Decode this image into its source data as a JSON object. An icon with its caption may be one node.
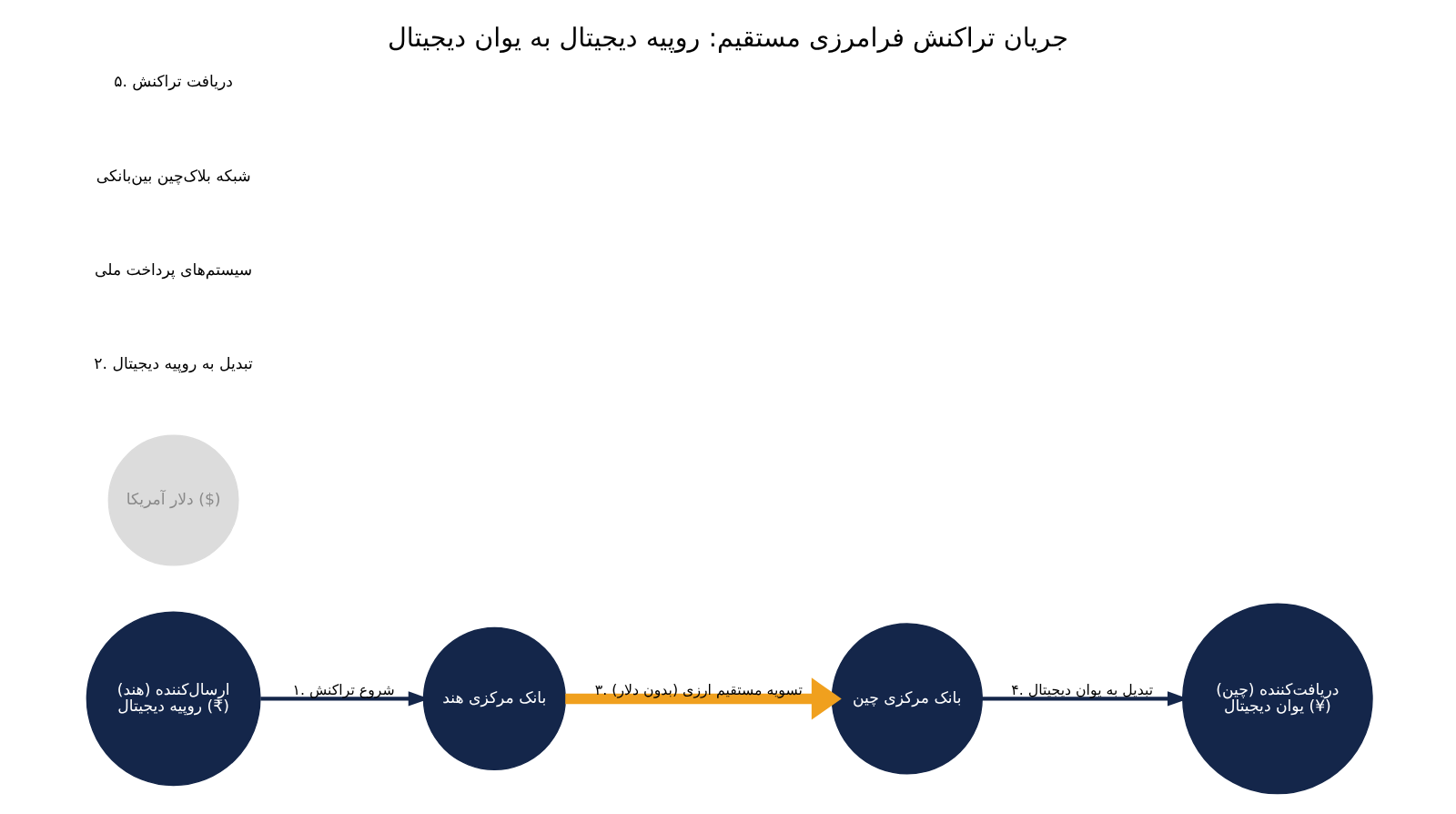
{
  "diagram": {
    "title": "جریان تراکنش فرامرزی مستقیم: روپیه دیجیتال به یوان دیجیتال",
    "nodes": [
      {
        "text": [
          "ارسال‌کننده (هند)",
          "روپیه دیجیتال (₹)"
        ]
      },
      {
        "text": [
          "بانک مرکزی هند"
        ]
      },
      {
        "text": [
          "دلار آمریکا ($)"
        ]
      },
      {
        "text": [
          "بانک مرکزی چین"
        ]
      },
      {
        "text": [
          "دریافت‌کننده (چین)",
          "یوان دیجیتال (¥)"
        ]
      }
    ],
    "edges": [
      {
        "from": 0,
        "to": 1,
        "arrow": "to",
        "label": "۱. شروع تراکنش"
      },
      {
        "from": 1,
        "to": 3,
        "arrow": "to",
        "label": "۳. تسویه مستقیم ارزی (بدون دلار)",
        "style": "thick",
        "color": "#f0a01e"
      },
      {
        "from": 3,
        "to": 4,
        "arrow": "to",
        "label": "۴. تبدیل به یوان دیجیتال"
      }
    ],
    "labels": [
      "۲. تبدیل به روپیه دیجیتال",
      "سیستم‌های پرداخت ملی",
      "شبکه بلاک‌چین بین‌بانکی",
      "۵. دریافت تراکنش"
    ]
  }
}
